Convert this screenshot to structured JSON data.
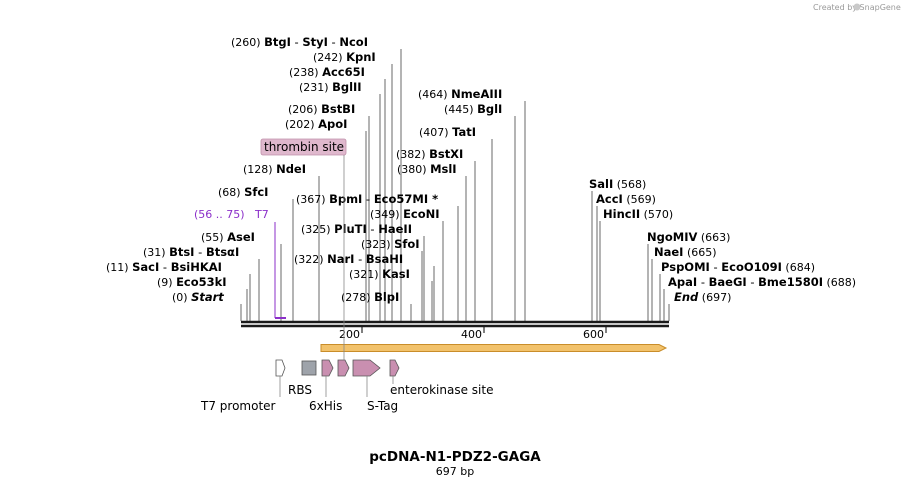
{
  "credit": "Created by SnapGene",
  "title": "pcDNA-N1-PDZ2-GAGA",
  "subtitle": "697 bp",
  "colors": {
    "backbone": "#1a1a1a",
    "primer": "#8b2fc9",
    "feature_pink": "#c98fb0",
    "feature_gray": "#9ea3aa",
    "orf_fill": "#f2c26b",
    "callout_bg": "#dfb8cd"
  },
  "enzyme_labels": [
    {
      "pos": "(260)",
      "parts": [
        "BtgI",
        "StyI",
        "NcoI"
      ]
    },
    {
      "pos": "(242)",
      "parts": [
        "KpnI"
      ]
    },
    {
      "pos": "(238)",
      "parts": [
        "Acc65I"
      ]
    },
    {
      "pos": "(231)",
      "parts": [
        "BglII"
      ]
    },
    {
      "pos": "(206)",
      "parts": [
        "BstBI"
      ]
    },
    {
      "pos": "(202)",
      "parts": [
        "ApoI"
      ]
    },
    {
      "pos": "(128)",
      "parts": [
        "NdeI"
      ]
    },
    {
      "pos": "(68)",
      "parts": [
        "SfcI"
      ]
    },
    {
      "pos": "(55)",
      "parts": [
        "AseI"
      ]
    },
    {
      "pos": "(31)",
      "parts": [
        "BtsI",
        "BtsαI"
      ]
    },
    {
      "pos": "(11)",
      "parts": [
        "SacI",
        "BsiHKAI"
      ]
    },
    {
      "pos": "(9)",
      "parts": [
        "Eco53kI"
      ]
    },
    {
      "pos": "(0)",
      "parts": [
        "Start"
      ],
      "italic": true
    },
    {
      "pos": "(367)",
      "parts": [
        "BpmI",
        "Eco57MI *"
      ]
    },
    {
      "pos": "(349)",
      "parts": [
        "EcoNI"
      ]
    },
    {
      "pos": "(325)",
      "parts": [
        "PluTI",
        "HaeII"
      ]
    },
    {
      "pos": "(323)",
      "parts": [
        "SfoI"
      ]
    },
    {
      "pos": "(322)",
      "parts": [
        "NarI",
        "BsaHI"
      ]
    },
    {
      "pos": "(321)",
      "parts": [
        "KasI"
      ]
    },
    {
      "pos": "(278)",
      "parts": [
        "BlpI"
      ]
    },
    {
      "pos": "(464)",
      "parts": [
        "NmeAIII"
      ]
    },
    {
      "pos": "(445)",
      "parts": [
        "BglI"
      ]
    },
    {
      "pos": "(407)",
      "parts": [
        "TatI"
      ]
    },
    {
      "pos": "(382)",
      "parts": [
        "BstXI"
      ]
    },
    {
      "pos": "(380)",
      "parts": [
        "MslI"
      ]
    },
    {
      "pos": "(568)",
      "parts": [
        "SalI"
      ],
      "pos_right": true
    },
    {
      "pos": "(569)",
      "parts": [
        "AccI"
      ],
      "pos_right": true
    },
    {
      "pos": "(570)",
      "parts": [
        "HincII"
      ],
      "pos_right": true
    },
    {
      "pos": "(663)",
      "parts": [
        "NgoMIV"
      ],
      "pos_right": true
    },
    {
      "pos": "(665)",
      "parts": [
        "NaeI"
      ],
      "pos_right": true
    },
    {
      "pos": "(684)",
      "parts": [
        "PspOMI",
        "EcoO109I"
      ],
      "pos_right": true
    },
    {
      "pos": "(688)",
      "parts": [
        "ApaI",
        "BaeGI",
        "Bme1580I"
      ],
      "pos_right": true
    },
    {
      "pos": "(697)",
      "parts": [
        "End"
      ],
      "pos_right": true,
      "italic": true
    }
  ],
  "primer": {
    "range": "(56 .. 75)",
    "name": "T7"
  },
  "callout": "thrombin site",
  "ruler_ticks": [
    "200",
    "400",
    "600"
  ],
  "features": [
    {
      "name": "T7 promoter",
      "shape": "arrow-outline"
    },
    {
      "name": "RBS",
      "shape": "box"
    },
    {
      "name": "6xHis",
      "shape": "arrow"
    },
    {
      "name": "S-Tag",
      "shape": "arrow"
    },
    {
      "name": "enterokinase site",
      "shape": "arrow"
    }
  ]
}
